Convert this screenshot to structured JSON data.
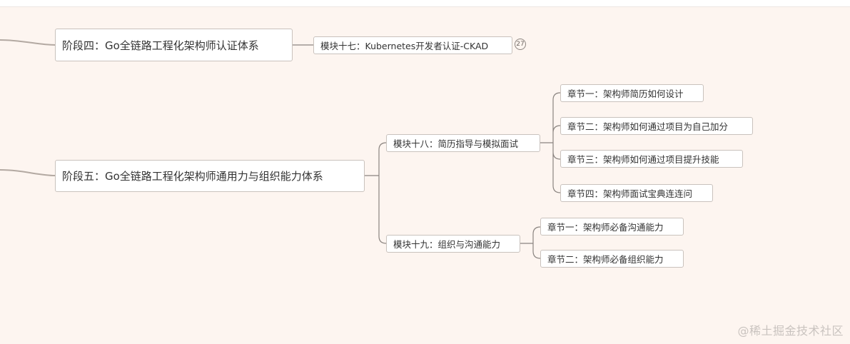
{
  "mindmap": {
    "stage4": {
      "label": "阶段四：Go全链路工程化架构师认证体系",
      "modules": [
        {
          "label": "模块十七：Kubernetes开发者认证-CKAD",
          "badge": "27"
        }
      ]
    },
    "stage5": {
      "label": "阶段五：Go全链路工程化架构师通用力与组织能力体系",
      "modules": [
        {
          "label": "模块十八：简历指导与模拟面试",
          "chapters": [
            "章节一：架构师简历如何设计",
            "章节二：架构师如何通过项目为自己加分",
            "章节三：架构师如何通过项目提升技能",
            "章节四：架构师面试宝典连连问"
          ]
        },
        {
          "label": "模块十九：组织与沟通能力",
          "chapters": [
            "章节一：架构师必备沟通能力",
            "章节二：架构师必备组织能力"
          ]
        }
      ]
    }
  },
  "watermark": "@稀土掘金技术社区",
  "colors": {
    "background": "#fdf5f0",
    "node_border": "#c9c2bd",
    "main_branch": "#b3a9a2",
    "sub_branch": "#8a8480"
  }
}
